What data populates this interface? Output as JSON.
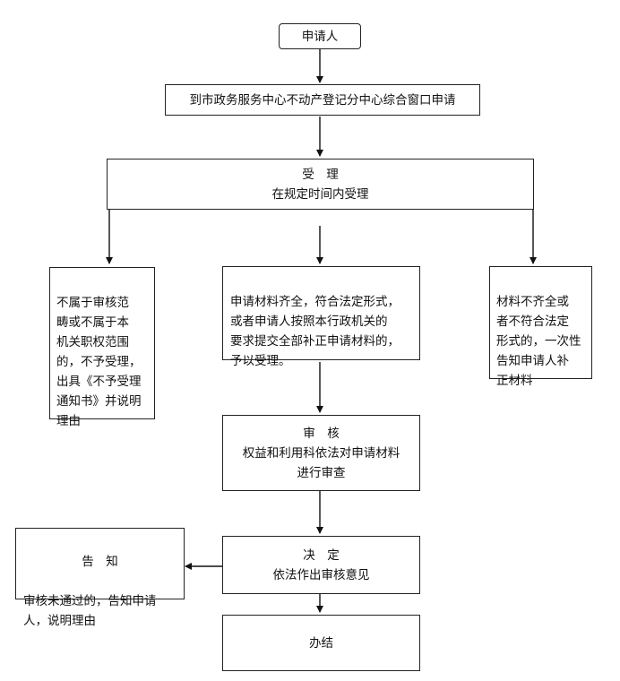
{
  "nodes": {
    "applicant": "申请人",
    "window": "到市政务服务中心不动产登记分中心综合窗口申请",
    "accept": {
      "title": "受　理",
      "desc": "在规定时间内受理"
    },
    "reject": "不属于审核范\n畴或不属于本\n机关职权范围\n的，不予受理，\n出具《不予受理\n通知书》并说明\n理由",
    "accepted": "申请材料齐全，符合法定形式，\n或者申请人按照本行政机关的\n要求提交全部补正申请材料的，\n予以受理。",
    "incomplete": "材料不齐全或\n者不符合法定\n形式的，一次性\n告知申请人补\n正材料",
    "review": {
      "title": "审　核",
      "desc": "权益和利用科依法对申请材料\n进行审查"
    },
    "decision": {
      "title": "决　定",
      "desc": "依法作出审核意见"
    },
    "notify": {
      "title": "告　知",
      "desc": "审核未通过的，告知申请\n人，说明理由"
    },
    "finish": "办结"
  }
}
